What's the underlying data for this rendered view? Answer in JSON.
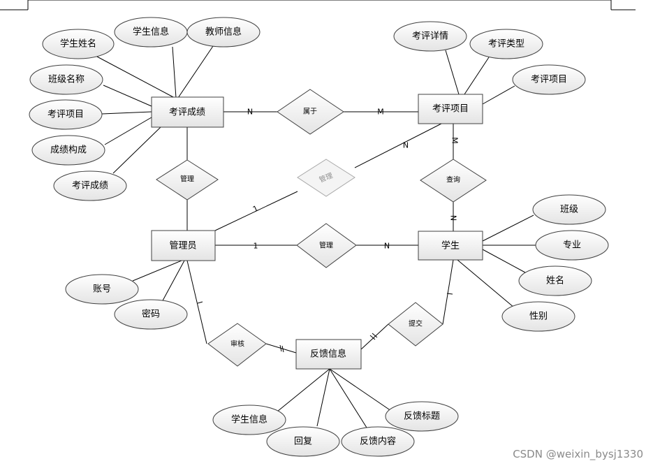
{
  "entities": {
    "score": "考评成绩",
    "item": "考评项目",
    "admin": "管理员",
    "student": "学生",
    "feedback": "反馈信息"
  },
  "relationships": {
    "belongs": "属于",
    "manage_item": "管理",
    "manage_score": "管理",
    "query": "查询",
    "manage_student": "管理",
    "submit": "提交",
    "review": "审核"
  },
  "attributes": {
    "score": [
      "学生姓名",
      "学生信息",
      "教师信息",
      "班级名称",
      "考评项目",
      "成绩构成",
      "考评成绩"
    ],
    "item": [
      "考评详情",
      "考评类型",
      "考评项目"
    ],
    "admin": [
      "账号",
      "密码"
    ],
    "student": [
      "班级",
      "专业",
      "姓名",
      "性别"
    ],
    "feedback": [
      "学生信息",
      "回复",
      "反馈内容",
      "反馈标题"
    ]
  },
  "cardinalities": {
    "score_belongs": "N",
    "belongs_item": "M",
    "item_manage": "N",
    "admin_manage_item": "1",
    "item_query": "M",
    "query_student": "N",
    "admin_manage_student": "1",
    "manage_student": "N",
    "admin_review": "1",
    "review_feedback": "1",
    "feedback_submit": "1",
    "submit_student": "1"
  },
  "watermark": "CSDN @weixin_bysj1330"
}
